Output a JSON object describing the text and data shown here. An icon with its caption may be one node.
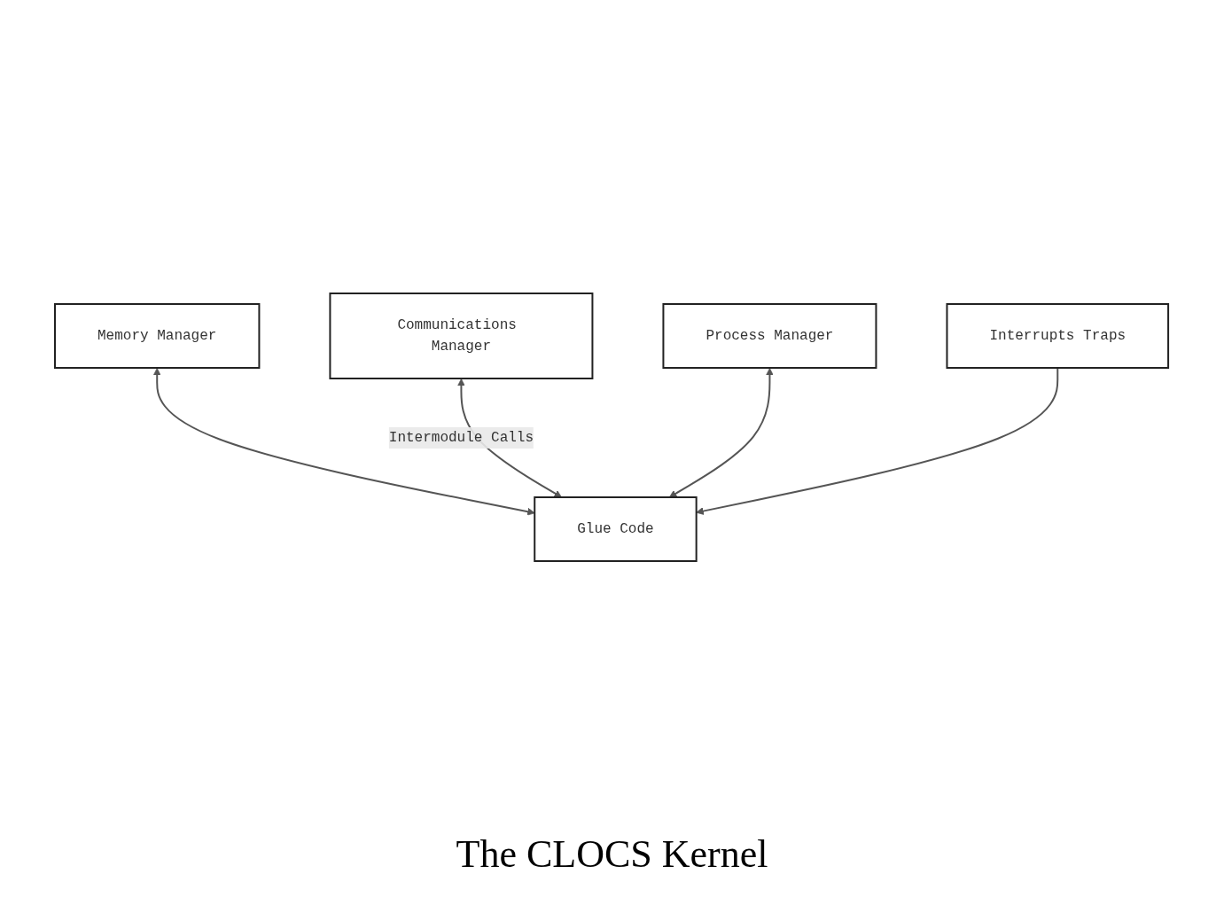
{
  "diagram": {
    "caption": "The CLOCS Kernel",
    "nodes": [
      {
        "text": [
          "Memory Manager"
        ]
      },
      {
        "text": [
          "Communications Manager"
        ]
      },
      {
        "text": [
          "Process Manager"
        ]
      },
      {
        "text": [
          "Glue Code"
        ]
      },
      {
        "text": [
          "Interrupts Traps"
        ]
      }
    ],
    "edges": [
      {
        "from": 0,
        "to": 3,
        "arrow": "both"
      },
      {
        "from": 1,
        "to": 3,
        "arrow": "both",
        "label": "Intermodule Calls"
      },
      {
        "from": 2,
        "to": 3,
        "arrow": "both"
      },
      {
        "from": 4,
        "to": 3,
        "arrow": "to"
      }
    ]
  }
}
